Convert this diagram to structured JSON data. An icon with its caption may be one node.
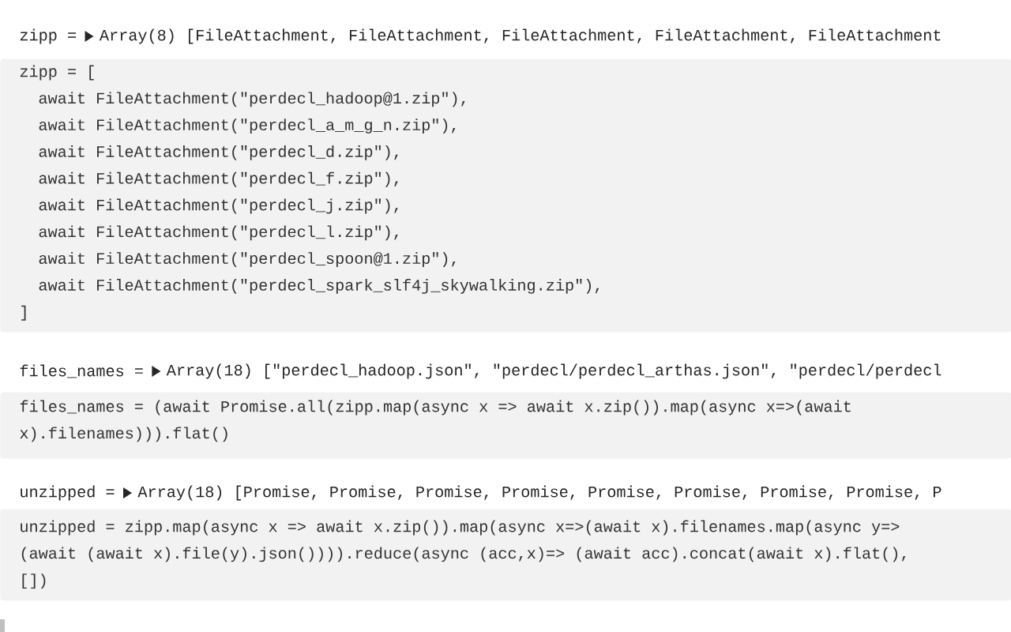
{
  "diagram": {
    "nodes": [
      {
        "text": [
          "zipp = [",
          "await FileAttachment(\"perdecl_hadoop@1.zip\"),",
          "await FileAttachment(\"perdecl_a_m_g_n.zip\"),",
          "await FileAttachment(\"perdecl_d.zip\"),",
          "await FileAttachment(\"perdecl_f.zip\"),",
          "await FileAttachment(\"perdecl_j.zip\"),",
          "await FileAttachment(\"perdecl_l.zip\"),",
          "await FileAttachment(\"perdecl_spoon@1.zip\"),",
          "await FileAttachment(\"perdecl_spark_slf4j_skywalking.zip\"),",
          "]"
        ]
      },
      {
        "text": [
          "files_names = (await Promise.all(zipp.map(async x => await x.zip()).map(async x=>(await",
          "x).filenames))).flat()"
        ]
      },
      {
        "text": [
          "unzipped = zipp.map(async x => await x.zip()).map(async x=>(await x).filenames.map(async y=>",
          "(await (await x).file(y).json()))).reduce(async (acc,x)=> (await acc).concat(await x).flat(),",
          "[])"
        ]
      }
    ],
    "labels": [
      "zipp =",
      "Array(8) [FileAttachment, FileAttachment, FileAttachment, FileAttachment, FileAttachment",
      "files_names =",
      "Array(18) [\"perdecl_hadoop.json\", \"perdecl/perdecl_arthas.json\", \"perdecl/perdecl",
      "unzipped =",
      "Array(18) [Promise, Promise, Promise, Promise, Promise, Promise, Promise, Promise, P"
    ]
  }
}
